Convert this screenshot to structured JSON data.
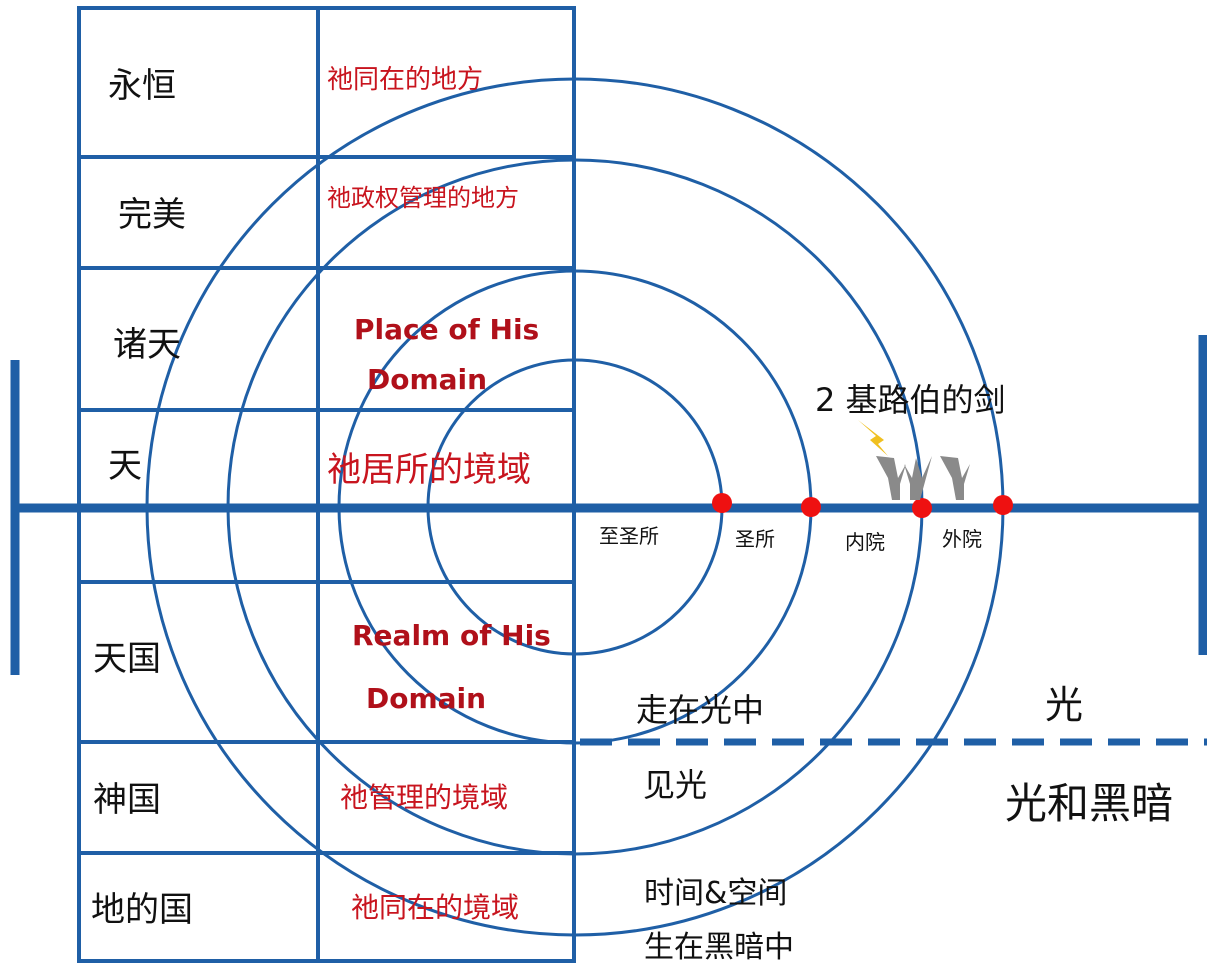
{
  "colors": {
    "line_blue": "#1f5fa6",
    "text_red": "#c8141e",
    "text_black": "#111111",
    "dot_red": "#ee1111"
  },
  "left_column": {
    "rows": [
      "永恒",
      "完美",
      "诸天",
      "天",
      "天国",
      "神国",
      "地的国"
    ]
  },
  "right_column": {
    "labels": [
      "祂同在的地方",
      "祂政权管理的地方",
      "Place of His",
      "Domain",
      "祂居所的境域",
      "Realm of His",
      "Domain",
      "祂管理的境域",
      "祂同在的境域"
    ]
  },
  "axis_labels": {
    "holy_of_holies": "至圣所",
    "holy_place": "圣所",
    "inner_court": "内院",
    "outer_court": "外院"
  },
  "cherubim_label": "2 基路伯的剑",
  "cherubim_icon": "cherubim-icon",
  "right_side": {
    "walk_in_light": "走在光中",
    "light": "光",
    "see_light": "见光",
    "light_and_dark": "光和黑暗",
    "time_space": "时间&空间",
    "born_in_dark": "生在黑暗中"
  }
}
